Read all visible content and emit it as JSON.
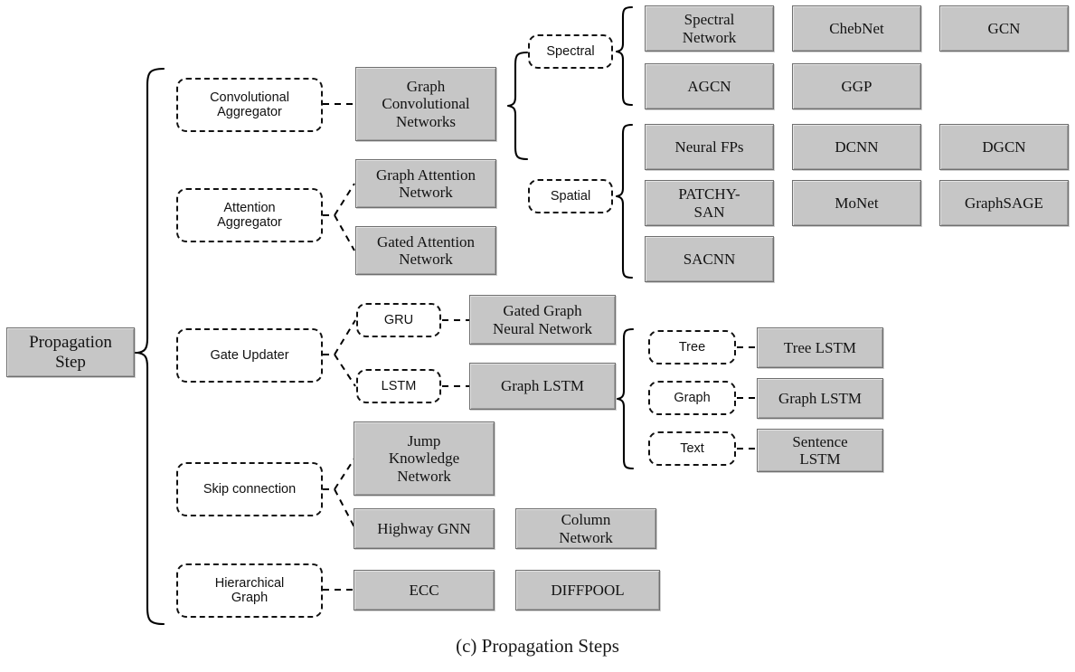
{
  "figure": {
    "caption": "(c) Propagation Steps",
    "root": {
      "label": "Propagation\nStep"
    }
  },
  "colors": {
    "box_fill": "#c6c6c6",
    "box_border": "#6f6f6f",
    "dashed_border": "#111111",
    "text": "#131313",
    "background": "#ffffff"
  },
  "categories": [
    {
      "id": "convolutional-aggregator",
      "label": "Convolutional\nAggregator"
    },
    {
      "id": "attention-aggregator",
      "label": "Attention\nAggregator"
    },
    {
      "id": "gate-updater",
      "label": "Gate Updater"
    },
    {
      "id": "skip-connection",
      "label": "Skip connection"
    },
    {
      "id": "hierarchical-graph",
      "label": "Hierarchical\nGraph"
    }
  ],
  "subcategories": [
    {
      "id": "spectral",
      "label": "Spectral"
    },
    {
      "id": "spatial",
      "label": "Spatial"
    },
    {
      "id": "gru",
      "label": "GRU"
    },
    {
      "id": "lstm",
      "label": "LSTM"
    },
    {
      "id": "tree",
      "label": "Tree"
    },
    {
      "id": "graph",
      "label": "Graph"
    },
    {
      "id": "text",
      "label": "Text"
    }
  ],
  "models": {
    "graph_convolutional_networks": "Graph\nConvolutional\nNetworks",
    "graph_attention_network": "Graph Attention\nNetwork",
    "gated_attention_network": "Gated Attention\nNetwork",
    "spectral_network": "Spectral\nNetwork",
    "chebnet": "ChebNet",
    "gcn": "GCN",
    "agcn": "AGCN",
    "ggp": "GGP",
    "neural_fps": "Neural FPs",
    "dcnn": "DCNN",
    "dgcn": "DGCN",
    "patchy_san": "PATCHY-\nSAN",
    "monet": "MoNet",
    "graphsage": "GraphSAGE",
    "sacnn": "SACNN",
    "gated_graph_neural_network": "Gated Graph\nNeural Network",
    "graph_lstm": "Graph LSTM",
    "tree_lstm": "Tree LSTM",
    "graph_lstm_2": "Graph LSTM",
    "sentence_lstm": "Sentence\nLSTM",
    "jump_knowledge_network": "Jump\nKnowledge\nNetwork",
    "highway_gnn": "Highway GNN",
    "column_network": "Column\nNetwork",
    "ecc": "ECC",
    "diffpool": "DIFFPOOL"
  },
  "hierarchy": {
    "root": "Propagation Step",
    "children": [
      {
        "label": "Convolutional Aggregator",
        "models": [
          "Graph Convolutional Networks"
        ],
        "children": [
          {
            "label": "Spectral",
            "models": [
              "Spectral Network",
              "ChebNet",
              "GCN",
              "AGCN",
              "GGP"
            ]
          },
          {
            "label": "Spatial",
            "models": [
              "Neural FPs",
              "DCNN",
              "DGCN",
              "PATCHY-SAN",
              "MoNet",
              "GraphSAGE",
              "SACNN"
            ]
          }
        ]
      },
      {
        "label": "Attention Aggregator",
        "models": [
          "Graph Attention Network",
          "Gated Attention Network"
        ]
      },
      {
        "label": "Gate Updater",
        "children": [
          {
            "label": "GRU",
            "models": [
              "Gated Graph Neural Network"
            ]
          },
          {
            "label": "LSTM",
            "models": [
              "Graph LSTM"
            ],
            "children": [
              {
                "label": "Tree",
                "models": [
                  "Tree LSTM"
                ]
              },
              {
                "label": "Graph",
                "models": [
                  "Graph LSTM"
                ]
              },
              {
                "label": "Text",
                "models": [
                  "Sentence LSTM"
                ]
              }
            ]
          }
        ]
      },
      {
        "label": "Skip connection",
        "models": [
          "Jump Knowledge Network",
          "Highway GNN",
          "Column Network"
        ]
      },
      {
        "label": "Hierarchical Graph",
        "models": [
          "ECC",
          "DIFFPOOL"
        ]
      }
    ]
  }
}
